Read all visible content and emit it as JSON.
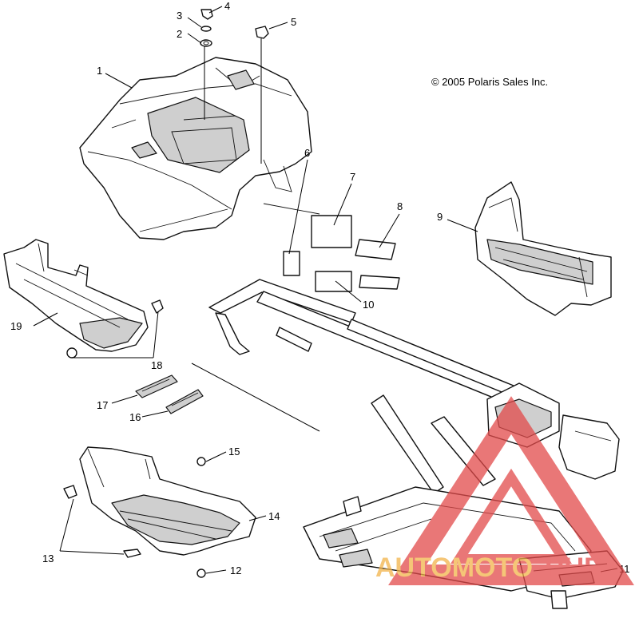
{
  "diagram": {
    "copyright": "© 2005 Polaris Sales Inc.",
    "callouts": [
      "1",
      "2",
      "3",
      "4",
      "5",
      "6",
      "7",
      "8",
      "9",
      "10",
      "11",
      "12",
      "13",
      "14",
      "15",
      "16",
      "17",
      "18",
      "19"
    ],
    "colors": {
      "line": "#111111",
      "shade": "#cfcfcf",
      "watermark_red": "#e24a4a",
      "watermark_gold": "#f2b34a"
    }
  },
  "watermark": {
    "name": "AUTOMOTOHUB",
    "parts": [
      "AUTOMOTO",
      "HUB"
    ]
  }
}
